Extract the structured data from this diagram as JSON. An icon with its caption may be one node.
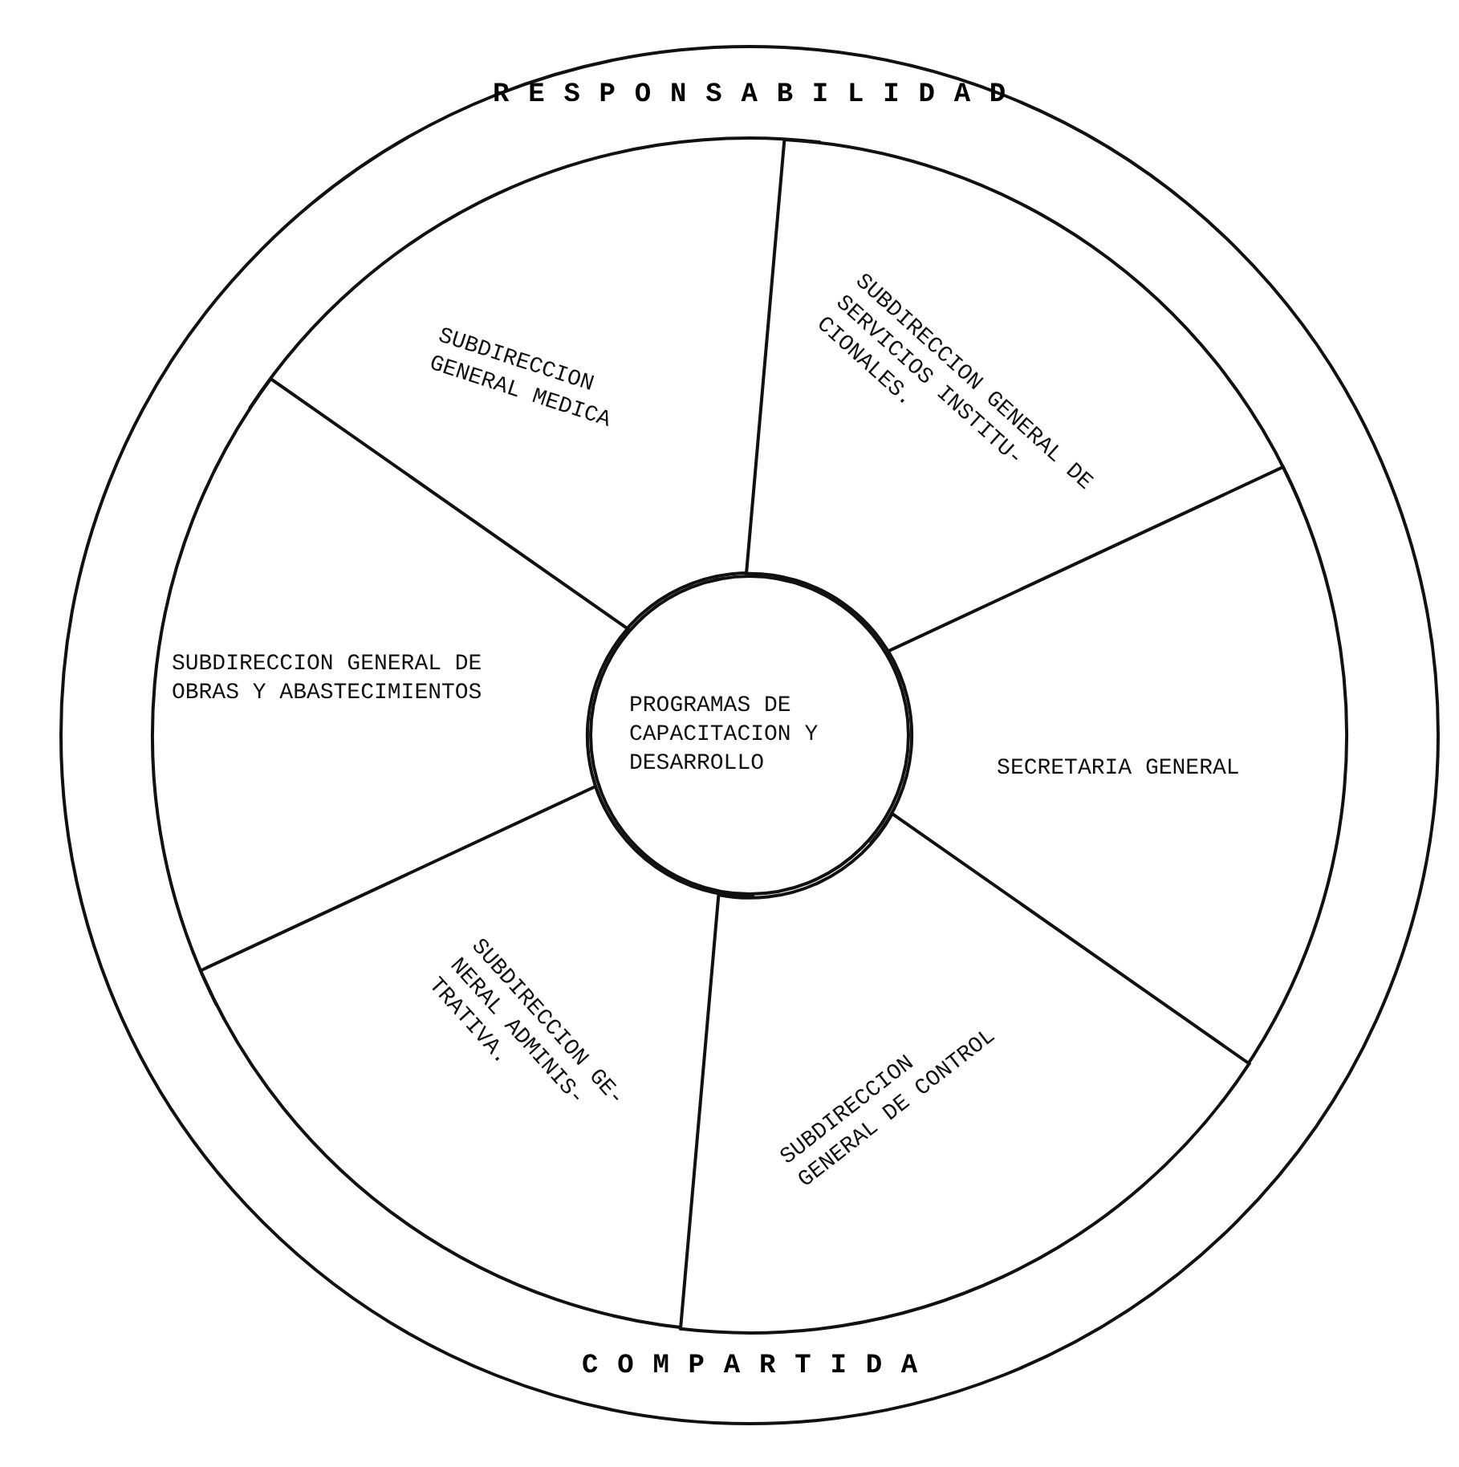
{
  "diagram": {
    "nodes": [
      {
        "text": [
          "RESPONSABILIDAD",
          "COMPARTIDA"
        ]
      },
      {
        "text": [
          "SUBDIRECCION GENERAL MEDICA"
        ],
        "in": 0
      },
      {
        "text": [
          "SUBDIRECCION GENERAL DE SERVICIOS INSTITU- CIONALES."
        ],
        "in": 0
      },
      {
        "text": [
          "SUBDIRECCION GENERAL DE OBRAS Y ABASTECIMIENTOS"
        ],
        "in": 0
      },
      {
        "text": [
          "PROGRAMAS DE CAPACITACION Y DESARROLLO"
        ],
        "in": 0
      },
      {
        "text": [
          "SECRETARIA GENERAL"
        ],
        "in": 0
      },
      {
        "text": [
          "SUBDIRECCION GE- NERAL ADMINIS- TRATIVA."
        ],
        "in": 0
      },
      {
        "text": [
          "SUBDIRECCION GENERAL DE CONTROL"
        ],
        "in": 0
      }
    ]
  }
}
